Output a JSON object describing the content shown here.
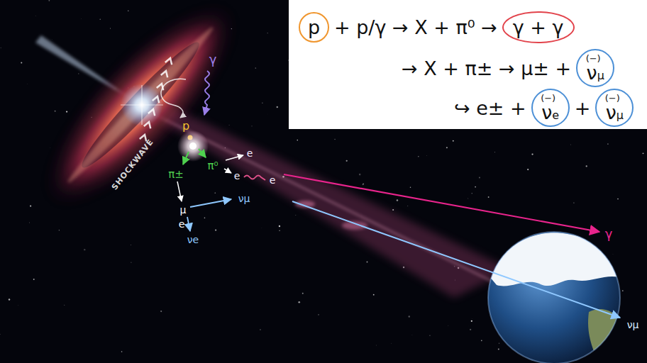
{
  "diagram": {
    "nodes": [
      {
        "text": [
          "+ p/γ → X + π⁰ →",
          "→ X + π± → μ± +",
          "↪ e± +",
          "+"
        ]
      },
      {
        "text": [
          "p"
        ],
        "in": 0
      },
      {
        "text": [
          "γ + γ"
        ],
        "in": 0
      },
      {
        "text": [
          "(−)",
          "ν",
          "μ"
        ],
        "in": 0
      },
      {
        "text": [
          "(−)",
          "ν",
          "e"
        ],
        "in": 0
      },
      {
        "text": [
          "(−)",
          "ν",
          "μ"
        ],
        "in": 0
      }
    ],
    "labels": [
      "SHOCKWAVE",
      "γ",
      "p",
      "π⁰",
      "π±",
      "e",
      "e",
      "e",
      "μ",
      "e",
      "νμ",
      "νe",
      "γ",
      "νμ"
    ]
  }
}
